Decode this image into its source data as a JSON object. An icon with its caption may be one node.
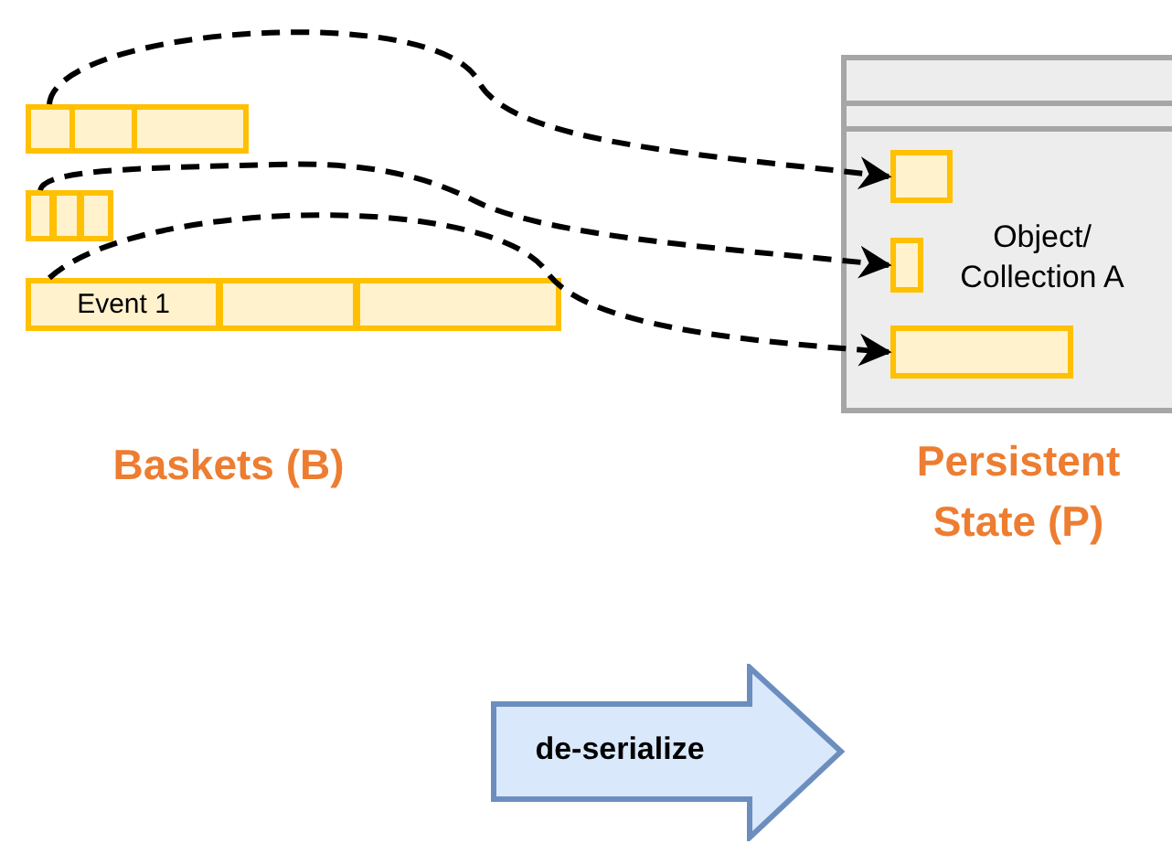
{
  "diagram": {
    "nodes": [
      {
        "text": [],
        "shape": "box"
      },
      {
        "text": [],
        "shape": "box"
      },
      {
        "text": [],
        "shape": "box"
      },
      {
        "text": [],
        "shape": "box"
      },
      {
        "text": [],
        "shape": "box"
      },
      {
        "text": [],
        "shape": "box"
      },
      {
        "text": [
          "Event 1"
        ]
      },
      {
        "text": [],
        "shape": "box"
      },
      {
        "text": [],
        "shape": "box"
      },
      {
        "text": [
          "Object/ Collection A"
        ],
        "beside": [
          "Persistent State (P)"
        ]
      },
      {
        "text": [],
        "shape": "box",
        "in": 9
      },
      {
        "text": [],
        "shape": "box",
        "in": 9
      },
      {
        "text": [],
        "shape": "box",
        "in": 9
      },
      {
        "text": [
          "de-serialize"
        ]
      }
    ],
    "edges": [
      {
        "from": 0,
        "to": 10,
        "arrow": "to",
        "style": "dashed"
      },
      {
        "from": 3,
        "to": 11,
        "arrow": "to",
        "style": "dashed"
      },
      {
        "from": 6,
        "to": 12,
        "arrow": "to",
        "style": "dashed"
      }
    ],
    "labels": [
      "Baskets (B)"
    ]
  }
}
